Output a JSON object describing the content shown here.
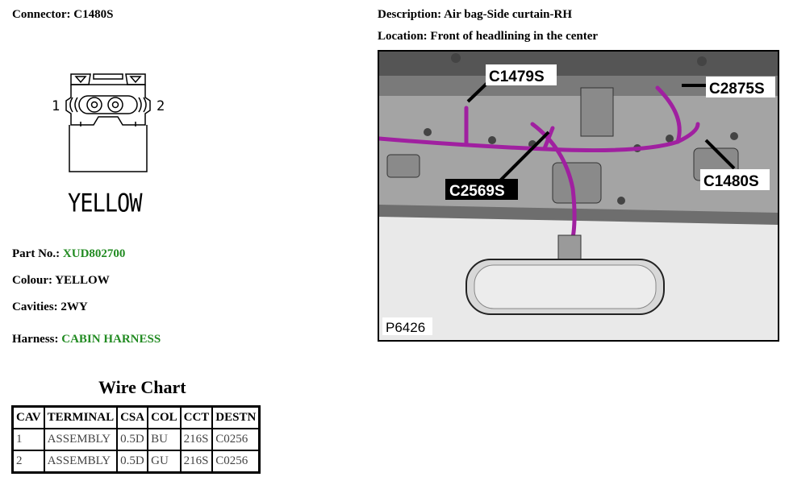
{
  "connector": {
    "label": "Connector:",
    "value": "C1480S"
  },
  "description": {
    "label": "Description:",
    "value": "Air bag-Side curtain-RH"
  },
  "location": {
    "label": "Location:",
    "value": "Front of headlining in the center"
  },
  "drawing": {
    "pin_left": "1",
    "pin_right": "2",
    "colour_caption": "YELLOW"
  },
  "part_no": {
    "label": "Part No.:",
    "value": "XUD802700"
  },
  "colour": {
    "label": "Colour:",
    "value": "YELLOW"
  },
  "cavities": {
    "label": "Cavities:",
    "value": "2WY"
  },
  "harness": {
    "label": "Harness:",
    "value": "CABIN HARNESS"
  },
  "wire_chart": {
    "title": "Wire Chart",
    "headers": [
      "CAV",
      "TERMINAL",
      "CSA",
      "COL",
      "CCT",
      "DESTN"
    ],
    "rows": [
      [
        "1",
        "ASSEMBLY",
        "0.5D",
        "BU",
        "216S",
        "C0256"
      ],
      [
        "2",
        "ASSEMBLY",
        "0.5D",
        "GU",
        "216S",
        "C0256"
      ]
    ]
  },
  "figure": {
    "id": "P6426",
    "callouts": [
      "C1479S",
      "C2875S",
      "C2569S",
      "C1480S"
    ],
    "harness_color": "#a020a0"
  },
  "colors": {
    "link_green": "#228b22"
  }
}
